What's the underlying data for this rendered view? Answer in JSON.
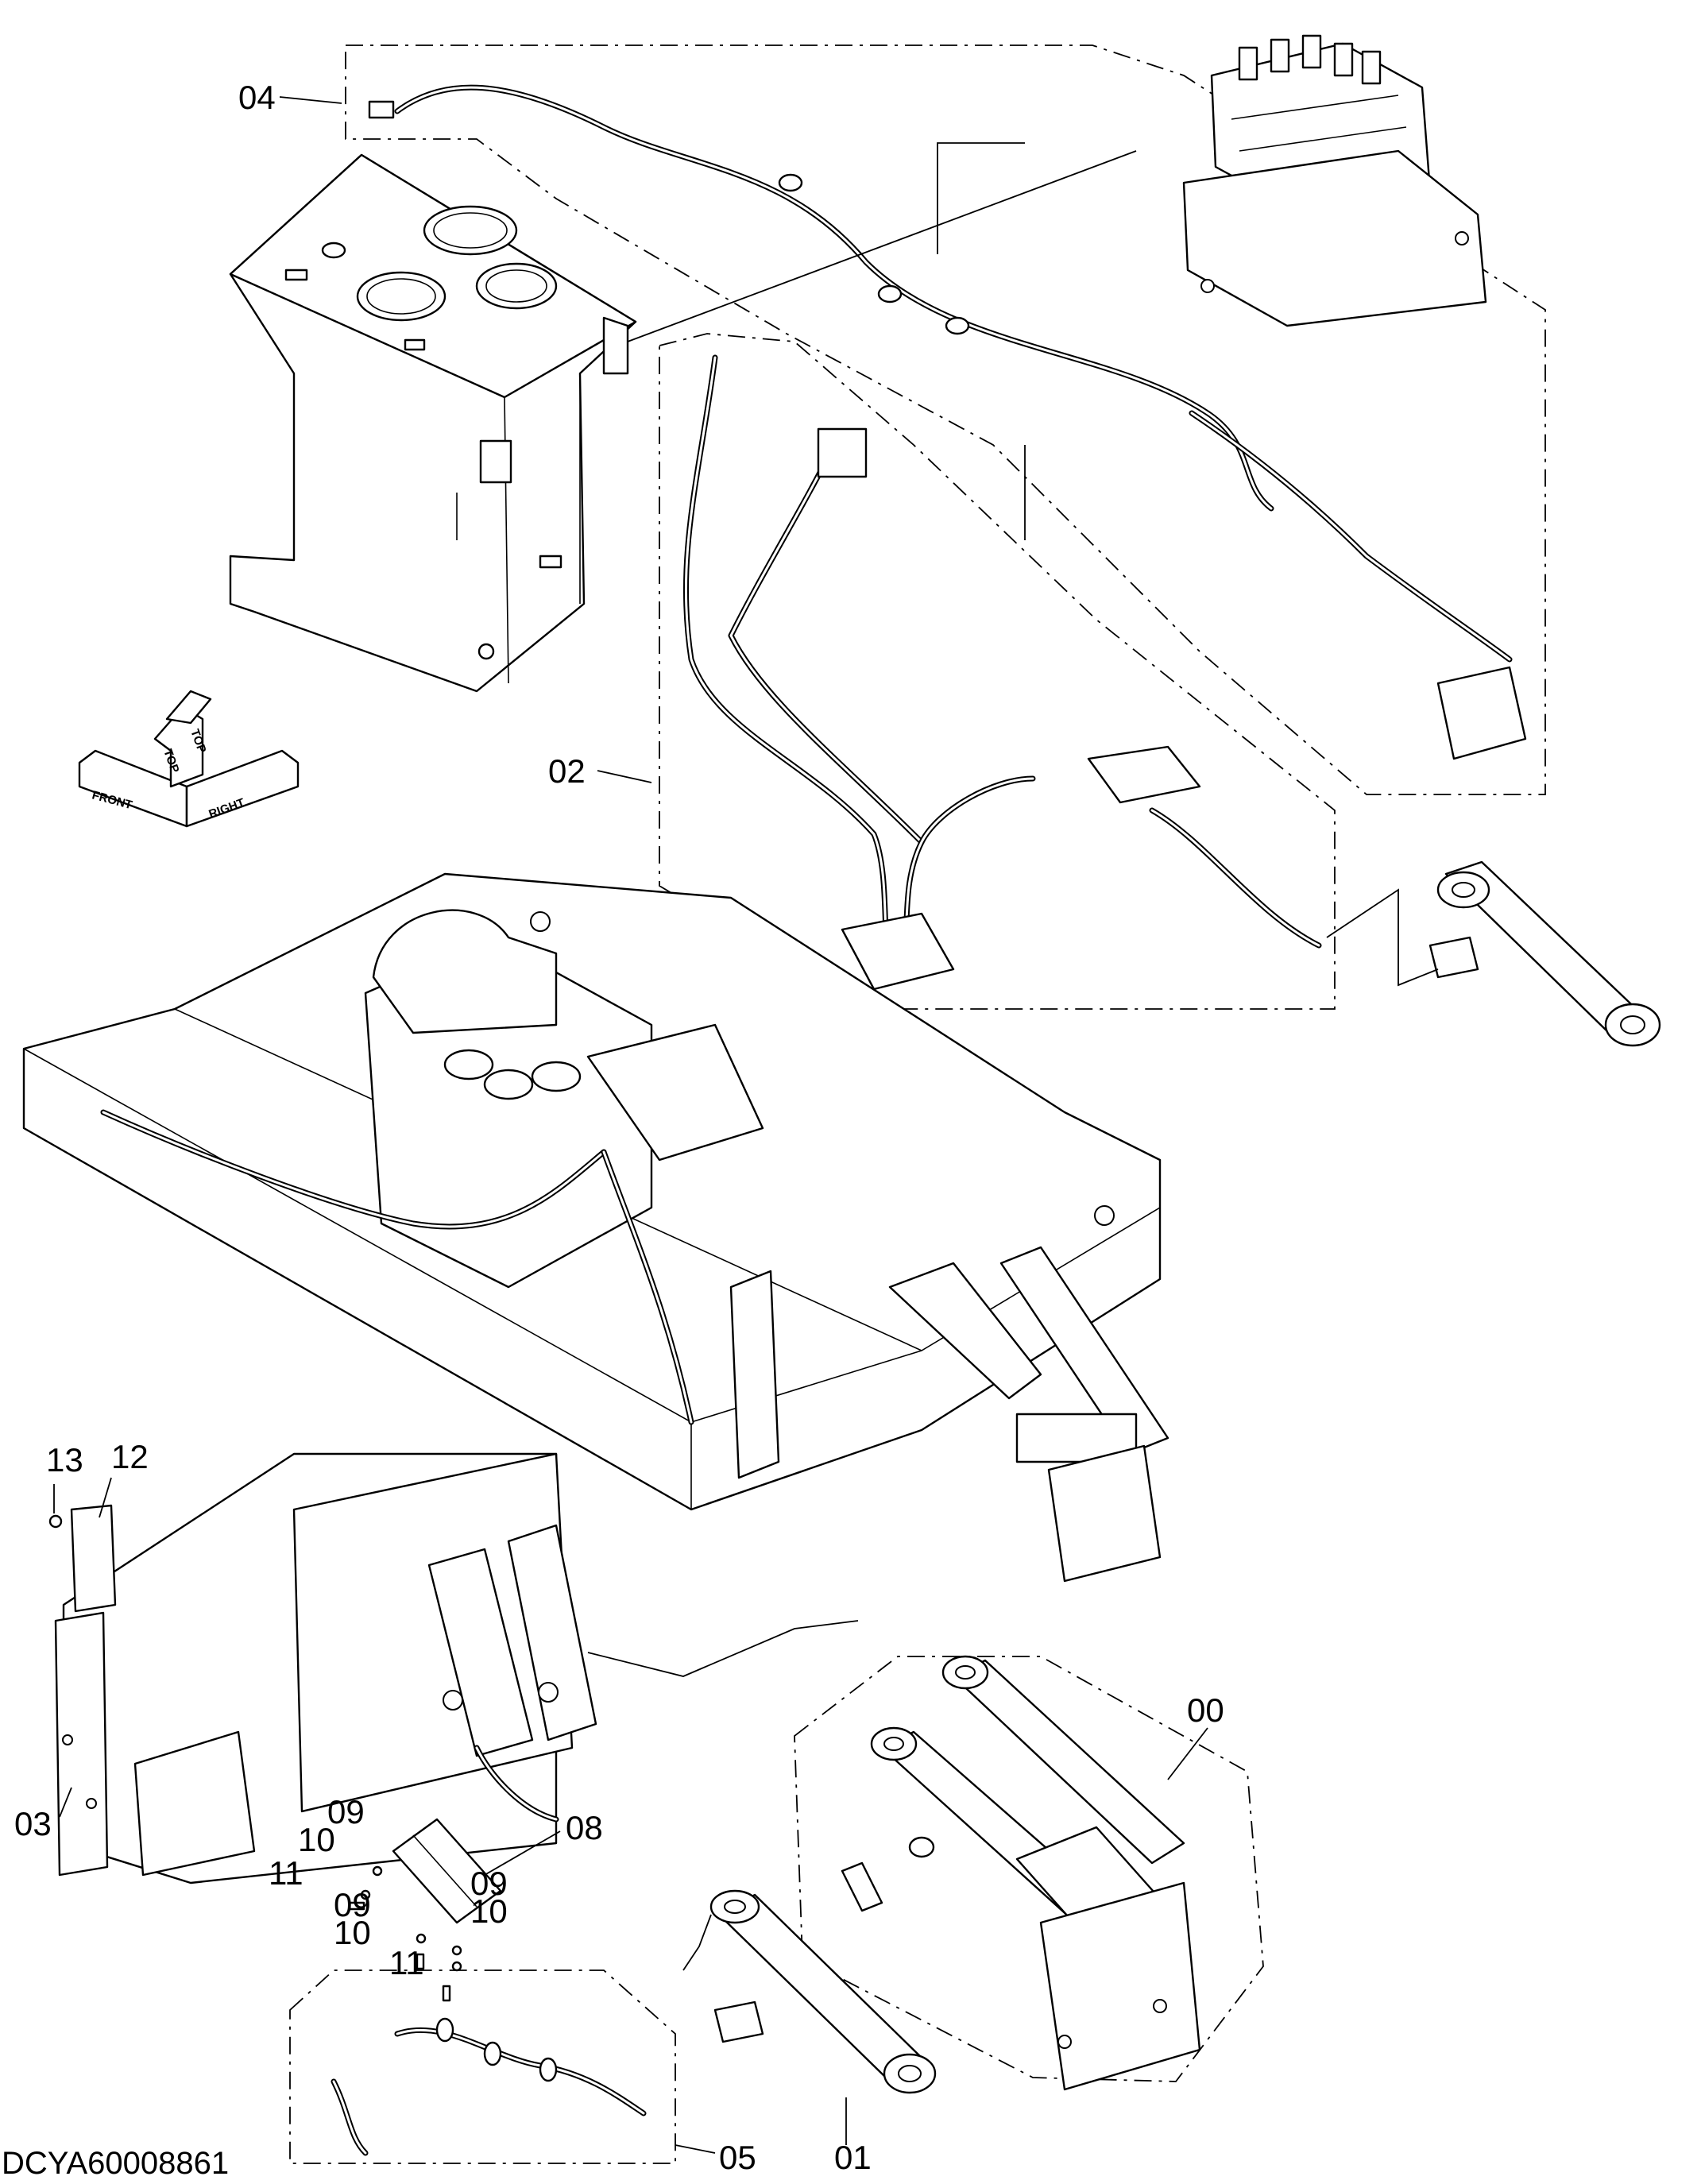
{
  "callouts": {
    "c00": "00",
    "c01": "01",
    "c02": "02",
    "c03": "03",
    "c04": "04",
    "c05": "05",
    "c08": "08",
    "c09a": "09",
    "c09b": "09",
    "c09c": "09",
    "c10a": "10",
    "c10b": "10",
    "c10c": "10",
    "c11a": "11",
    "c11b": "11",
    "c12": "12",
    "c13": "13"
  },
  "direction_indicator": {
    "front": "FRONT",
    "top_left": "TOP",
    "top_right": "TOP",
    "right": "RIGHT"
  },
  "document_id": "DCYA60008861"
}
